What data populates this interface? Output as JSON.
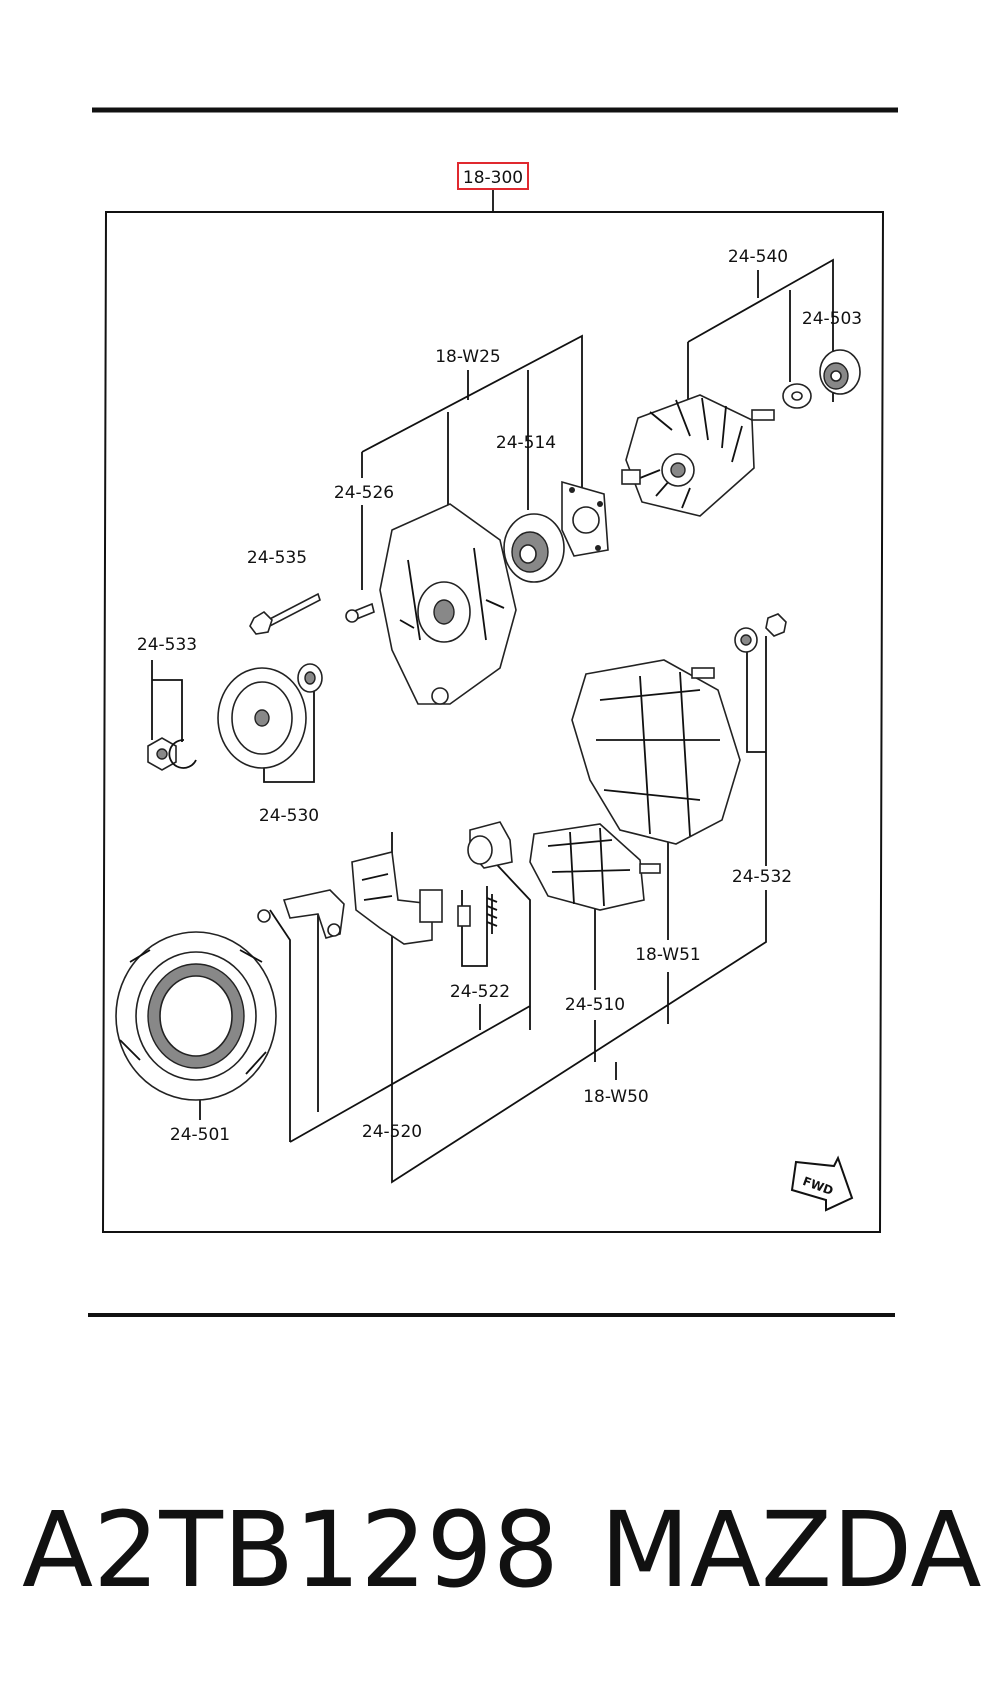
{
  "diagram": {
    "assembly_label": "18-300",
    "fwd_label": "FWD",
    "labels": {
      "p24_540": "24-540",
      "p24_503": "24-503",
      "p18_W25": "18-W25",
      "p24_514": "24-514",
      "p24_526": "24-526",
      "p24_535": "24-535",
      "p24_533": "24-533",
      "p24_530": "24-530",
      "p24_532": "24-532",
      "p18_W51": "18-W51",
      "p24_522": "24-522",
      "p24_510": "24-510",
      "p18_W50": "18-W50",
      "p24_501": "24-501",
      "p24_520": "24-520"
    },
    "colors": {
      "highlight_box": "#e0292f",
      "ink": "#111111"
    }
  },
  "footer": {
    "part_number": "A2TB1298",
    "brand": "MAZDA"
  }
}
